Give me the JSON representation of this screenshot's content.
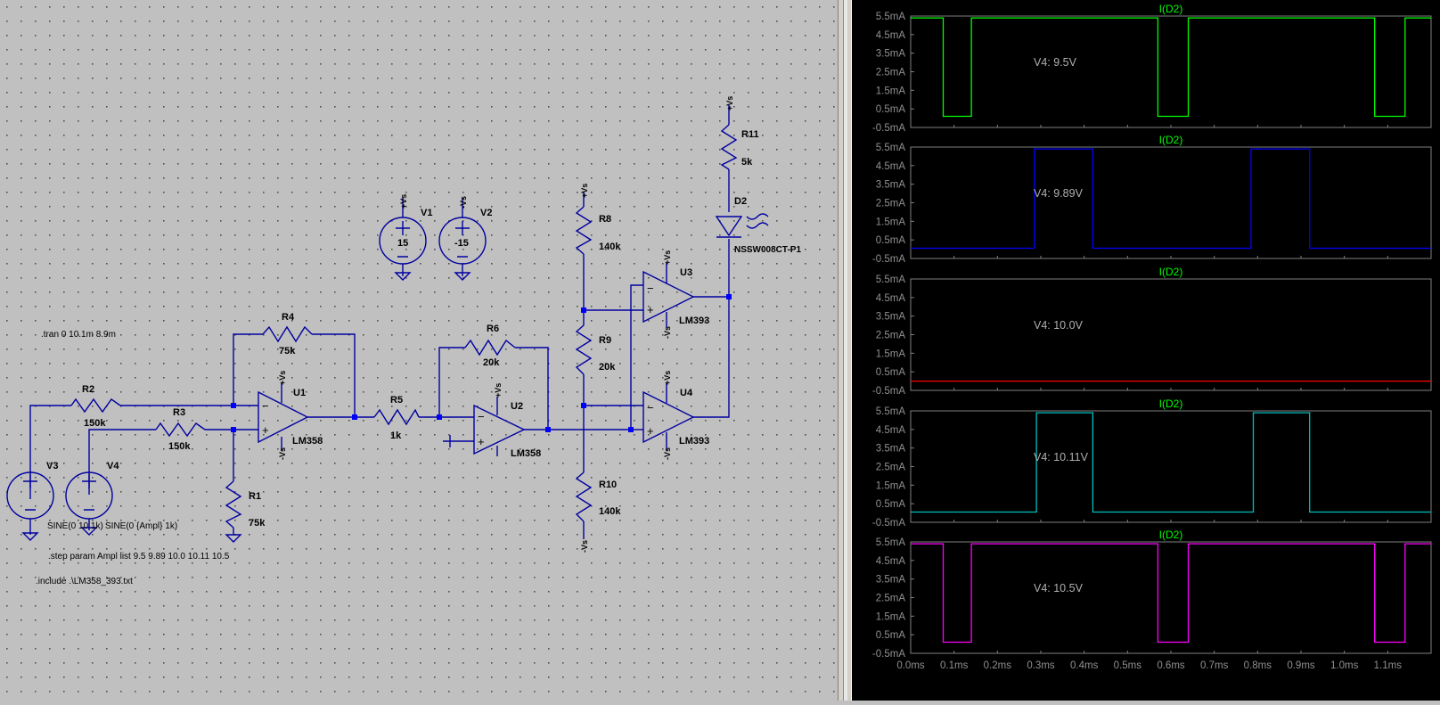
{
  "schematic": {
    "directives": {
      "tran": ".tran 0 10.1m 8.9m",
      "step": ".step param Ampl list 9.5 9.89 10.0  10.11 10.5",
      "include": ".include .\\LM358_393.txt"
    },
    "components": [
      {
        "ref": "R1",
        "value": "75k"
      },
      {
        "ref": "R2",
        "value": "150k"
      },
      {
        "ref": "R3",
        "value": "150k"
      },
      {
        "ref": "R4",
        "value": "75k"
      },
      {
        "ref": "R5",
        "value": "1k"
      },
      {
        "ref": "R6",
        "value": "20k"
      },
      {
        "ref": "R8",
        "value": "140k"
      },
      {
        "ref": "R9",
        "value": "20k"
      },
      {
        "ref": "R10",
        "value": "140k"
      },
      {
        "ref": "R11",
        "value": "5k"
      },
      {
        "ref": "U1",
        "value": "LM358"
      },
      {
        "ref": "U2",
        "value": "LM358"
      },
      {
        "ref": "U3",
        "value": "LM393"
      },
      {
        "ref": "U4",
        "value": "LM393"
      },
      {
        "ref": "V1",
        "value": "15"
      },
      {
        "ref": "V2",
        "value": "-15"
      },
      {
        "ref": "V3",
        "value": "SINE(0 10 1k)"
      },
      {
        "ref": "V4",
        "value": "SINE(0 {Ampl} 1k)"
      },
      {
        "ref": "D2",
        "value": "NSSW008CT-P1"
      }
    ],
    "net_labels": {
      "pos": "+Vs",
      "neg": "-Vs"
    }
  },
  "waveform": {
    "trace_name": "I(D2)",
    "title_color": "#00ff00",
    "y_ticks": [
      "5.5mA",
      "4.5mA",
      "3.5mA",
      "2.5mA",
      "1.5mA",
      "0.5mA",
      "-0.5mA"
    ],
    "x_ticks": [
      "0.0ms",
      "0.1ms",
      "0.2ms",
      "0.3ms",
      "0.4ms",
      "0.5ms",
      "0.6ms",
      "0.7ms",
      "0.8ms",
      "0.9ms",
      "1.0ms",
      "1.1ms"
    ]
  },
  "chart_data": [
    {
      "type": "line",
      "title": "I(D2)",
      "annotation": "V4: 9.5V",
      "color": "#00ff00",
      "ylim": [
        -0.5,
        5.5
      ],
      "xlim": [
        0,
        1.2
      ],
      "x": [
        0,
        0.075,
        0.075,
        0.14,
        0.14,
        0.57,
        0.57,
        0.64,
        0.64,
        1.07,
        1.07,
        1.14,
        1.14,
        1.2
      ],
      "y": [
        5.4,
        5.4,
        0.1,
        0.1,
        5.4,
        5.4,
        0.1,
        0.1,
        5.4,
        5.4,
        0.1,
        0.1,
        5.4,
        5.4
      ]
    },
    {
      "type": "line",
      "title": "I(D2)",
      "annotation": "V4: 9.89V",
      "color": "#0000ff",
      "ylim": [
        -0.5,
        5.5
      ],
      "xlim": [
        0,
        1.2
      ],
      "x": [
        0,
        0.285,
        0.285,
        0.42,
        0.42,
        0.785,
        0.785,
        0.92,
        0.92,
        1.2
      ],
      "y": [
        0.05,
        0.05,
        5.4,
        5.4,
        0.05,
        0.05,
        5.4,
        5.4,
        0.05,
        0.05
      ]
    },
    {
      "type": "line",
      "title": "I(D2)",
      "annotation": "V4: 10.0V",
      "color": "#ff0000",
      "ylim": [
        -0.5,
        5.5
      ],
      "xlim": [
        0,
        1.2
      ],
      "x": [
        0,
        1.2
      ],
      "y": [
        0,
        0
      ]
    },
    {
      "type": "line",
      "title": "I(D2)",
      "annotation": "V4: 10.11V",
      "color": "#00c0c0",
      "ylim": [
        -0.5,
        5.5
      ],
      "xlim": [
        0,
        1.2
      ],
      "x": [
        0,
        0.29,
        0.29,
        0.42,
        0.42,
        0.79,
        0.79,
        0.92,
        0.92,
        1.2
      ],
      "y": [
        0.05,
        0.05,
        5.4,
        5.4,
        0.05,
        0.05,
        5.4,
        5.4,
        0.05,
        0.05
      ]
    },
    {
      "type": "line",
      "title": "I(D2)",
      "annotation": "V4: 10.5V",
      "color": "#ff00ff",
      "ylim": [
        -0.5,
        5.5
      ],
      "xlim": [
        0,
        1.2
      ],
      "x": [
        0,
        0.075,
        0.075,
        0.14,
        0.14,
        0.57,
        0.57,
        0.64,
        0.64,
        1.07,
        1.07,
        1.14,
        1.14,
        1.2
      ],
      "y": [
        5.4,
        5.4,
        0.1,
        0.1,
        5.4,
        5.4,
        0.1,
        0.1,
        5.4,
        5.4,
        0.1,
        0.1,
        5.4,
        5.4
      ]
    }
  ]
}
